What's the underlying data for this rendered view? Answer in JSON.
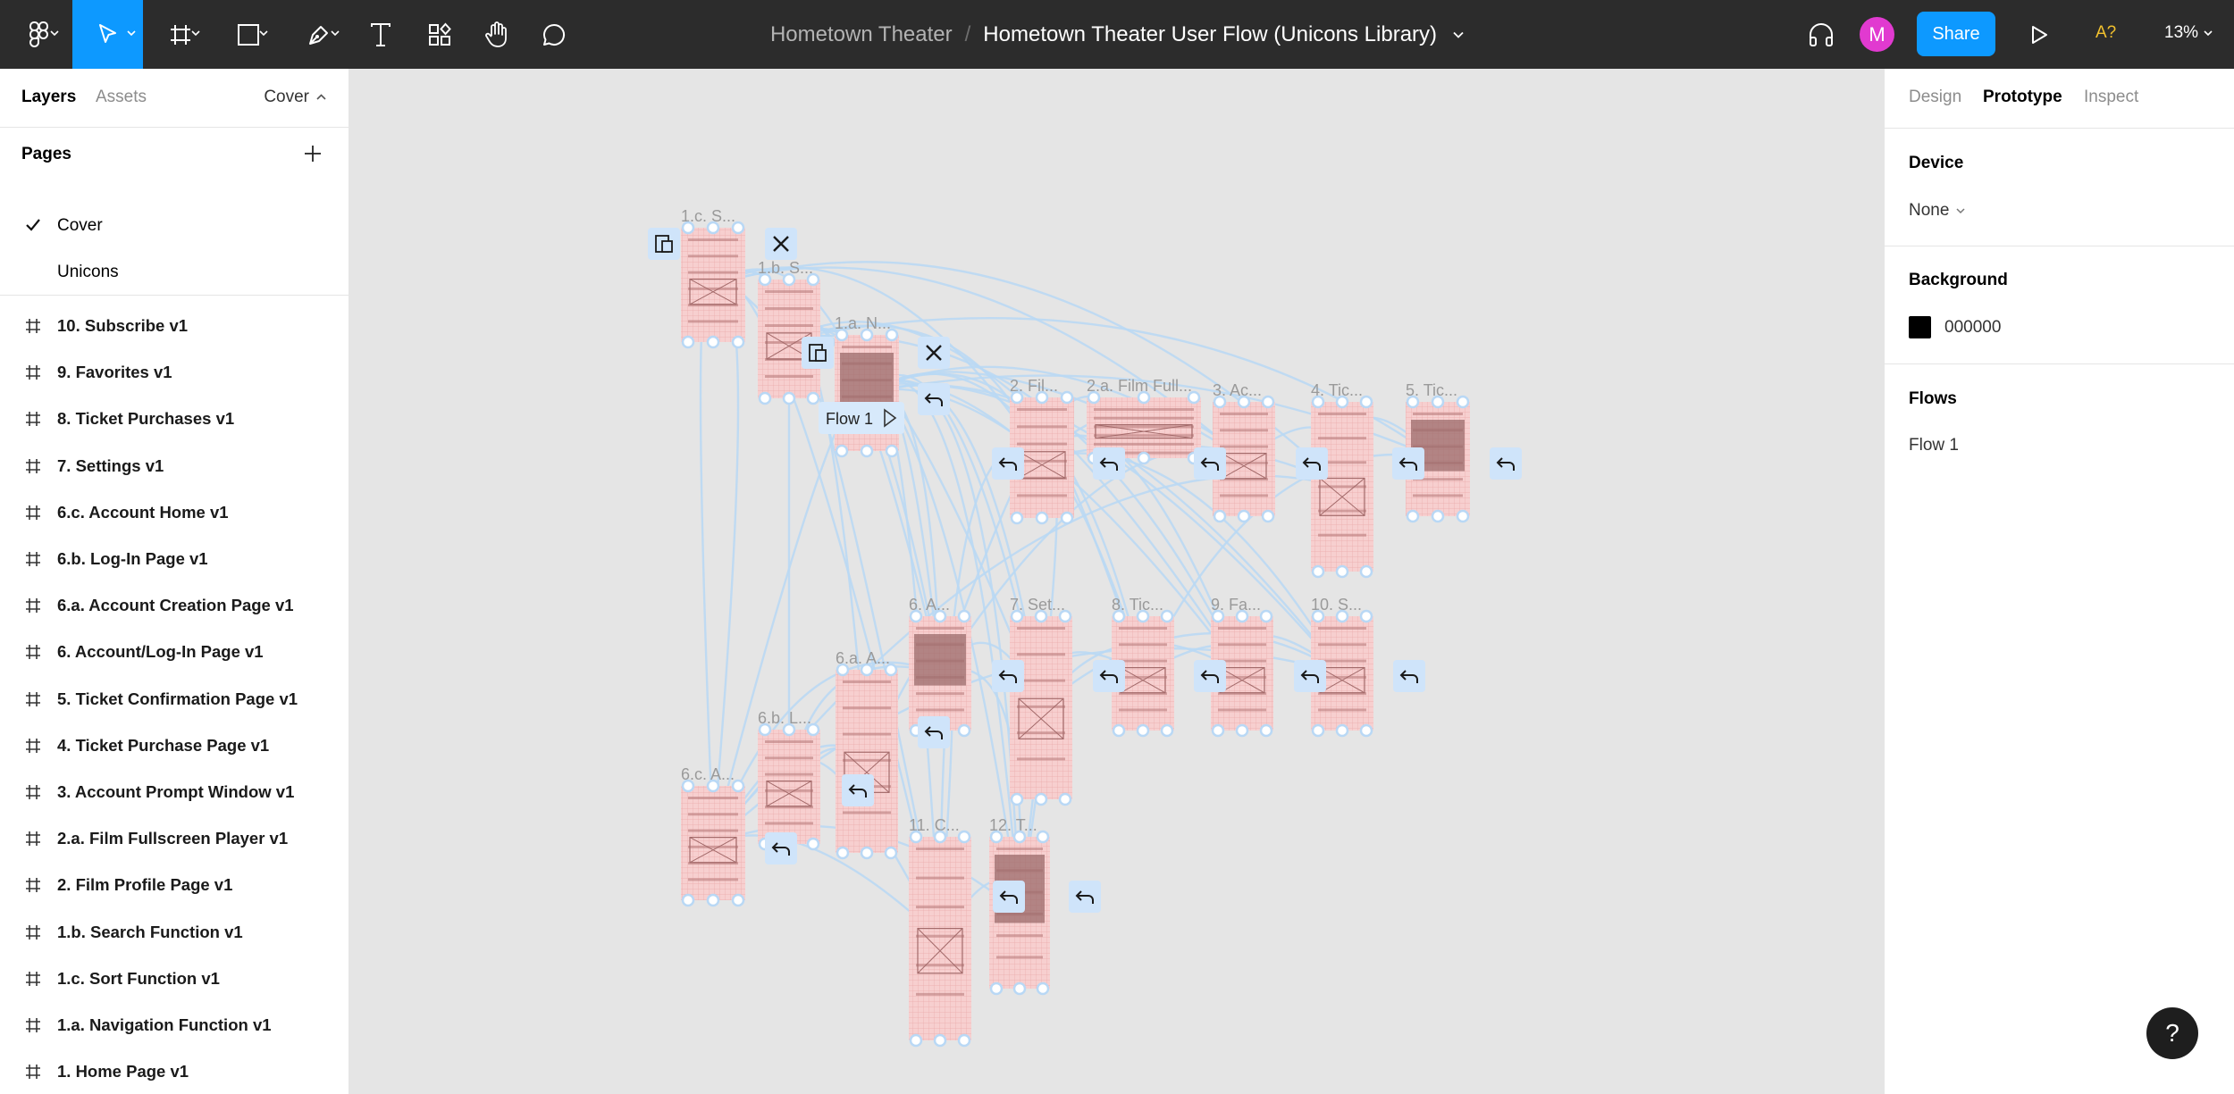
{
  "toolbar": {
    "title": {
      "project": "Hometown Theater",
      "separator": "/",
      "file": "Hometown Theater User Flow (Unicons Library)"
    },
    "avatar_initial": "M",
    "share_label": "Share",
    "a11y_label": "A?",
    "zoom": "13%",
    "icons": [
      "figma-menu-icon",
      "move-icon",
      "frame-icon",
      "rectangle-icon",
      "pen-icon",
      "text-icon",
      "resources-icon",
      "hand-icon",
      "comment-icon",
      "headphones-icon",
      "present-icon"
    ]
  },
  "left_panel": {
    "tabs": {
      "layers": "Layers",
      "assets": "Assets"
    },
    "current_page": "Cover",
    "pages_header": "Pages",
    "pages": [
      {
        "name": "Cover",
        "selected": true
      },
      {
        "name": "Unicons",
        "selected": false
      }
    ],
    "layers": [
      "10. Subscribe v1",
      "9. Favorites v1",
      "8. Ticket Purchases v1",
      "7. Settings v1",
      "6.c. Account Home v1",
      "6.b. Log-In Page v1",
      "6.a. Account Creation Page v1",
      "6. Account/Log-In Page v1",
      "5. Ticket Confirmation Page v1",
      "4. Ticket Purchase Page v1",
      "3. Account Prompt Window v1",
      "2.a. Film Fullscreen Player v1",
      "2. Film Profile Page v1",
      "1.b. Search Function v1",
      "1.c. Sort Function v1",
      "1.a. Navigation Function v1",
      "1. Home Page v1"
    ]
  },
  "right_panel": {
    "tabs": {
      "design": "Design",
      "prototype": "Prototype",
      "inspect": "Inspect"
    },
    "device_label": "Device",
    "device_value": "None",
    "background_label": "Background",
    "background_hex": "000000",
    "background_color": "#000000",
    "flows_label": "Flows",
    "flows": [
      "Flow 1"
    ]
  },
  "canvas": {
    "frame_labels": {
      "f1c": "1.c. S...",
      "f1b": "1.b. S...",
      "f1a": "1.a. N...",
      "f2": "2. Fil...",
      "f2a": "2.a. Film Full...",
      "f3": "3. Ac...",
      "f4": "4. Tic...",
      "f5": "5. Tic...",
      "f6": "6. A...",
      "f7": "7. Set...",
      "f8": "8. Tic...",
      "f9": "9. Fa...",
      "f10": "10. S...",
      "f6a": "6.a. A...",
      "f6b": "6.b. L...",
      "f6c": "6.c. A...",
      "f11": "11. C...",
      "f12": "12. T..."
    },
    "flow_badge": "Flow 1",
    "colors": {
      "frame_fill": "#f5c9c9",
      "connector": "#b9d8f5",
      "accent": "#0d99ff"
    }
  },
  "help_label": "?"
}
